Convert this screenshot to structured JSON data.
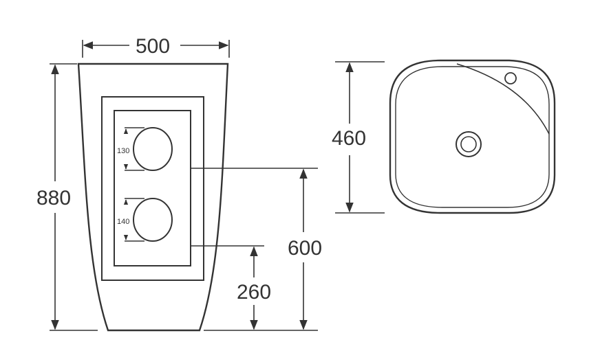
{
  "dimensions": {
    "width": "500",
    "height": "880",
    "basin_depth": "460",
    "drain_height": "600",
    "lower_hole_height": "260",
    "hole_spacing_top": "130",
    "hole_spacing_bottom": "140"
  },
  "colors": {
    "stroke": "#333333",
    "background": "#ffffff"
  }
}
